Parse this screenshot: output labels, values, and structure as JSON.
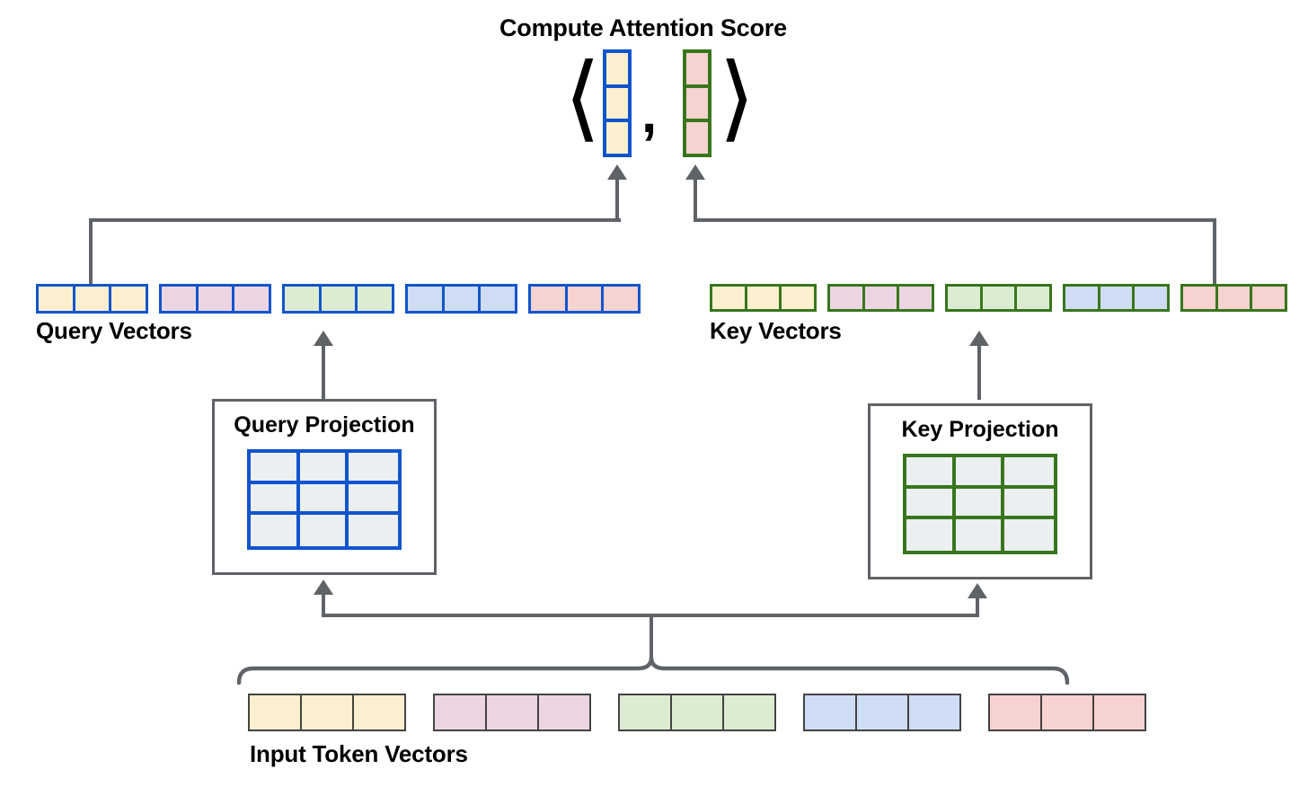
{
  "diagram": {
    "title": "Compute Attention Score",
    "palette": {
      "token_yellow": "#fbefd0",
      "token_pink": "#ecd5e3",
      "token_green": "#dcecd2",
      "token_blue": "#cfdcf5",
      "token_salmon": "#f6d2d0",
      "query_border": "#1155cc",
      "key_border": "#38761d",
      "neutral_border": "#434343",
      "connector": "#5f6368",
      "matrix_cell": "#eceff1",
      "box_border": "#5f6368",
      "background": "#ffffff"
    },
    "score": {
      "open_bracket": "⟨",
      "separator": ",",
      "close_bracket": "⟩",
      "query_vector": {
        "name": "selected-query-vector",
        "border_color": "#1155cc",
        "cells": [
          "#fbefd0",
          "#fbefd0",
          "#fbefd0"
        ]
      },
      "key_vector": {
        "name": "selected-key-vector",
        "border_color": "#38761d",
        "cells": [
          "#f6d2d0",
          "#f6d2d0",
          "#f6d2d0"
        ]
      }
    },
    "query_row": {
      "label": "Query Vectors",
      "border_color": "#1155cc",
      "vectors": [
        {
          "token_index": 1,
          "color": "#fbefd0",
          "cells": 3
        },
        {
          "token_index": 2,
          "color": "#ecd5e3",
          "cells": 3
        },
        {
          "token_index": 3,
          "color": "#dcecd2",
          "cells": 3
        },
        {
          "token_index": 4,
          "color": "#cfdcf5",
          "cells": 3
        },
        {
          "token_index": 5,
          "color": "#f6d2d0",
          "cells": 3
        }
      ],
      "selected_vector_index": 1
    },
    "key_row": {
      "label": "Key Vectors",
      "border_color": "#38761d",
      "vectors": [
        {
          "token_index": 1,
          "color": "#fbefd0",
          "cells": 3
        },
        {
          "token_index": 2,
          "color": "#ecd5e3",
          "cells": 3
        },
        {
          "token_index": 3,
          "color": "#dcecd2",
          "cells": 3
        },
        {
          "token_index": 4,
          "color": "#cfdcf5",
          "cells": 3
        },
        {
          "token_index": 5,
          "color": "#f6d2d0",
          "cells": 3
        }
      ],
      "selected_vector_index": 5
    },
    "query_projection": {
      "title": "Query Projection",
      "matrix_rows": 3,
      "matrix_cols": 3,
      "matrix_border_color": "#1155cc",
      "matrix_cell_color": "#eceff1"
    },
    "key_projection": {
      "title": "Key Projection",
      "matrix_rows": 3,
      "matrix_cols": 3,
      "matrix_border_color": "#38761d",
      "matrix_cell_color": "#eceff1"
    },
    "input_row": {
      "label": "Input Token Vectors",
      "border_color": "#434343",
      "vectors": [
        {
          "token_index": 1,
          "color": "#fbefd0",
          "cells": 3
        },
        {
          "token_index": 2,
          "color": "#ecd5e3",
          "cells": 3
        },
        {
          "token_index": 3,
          "color": "#dcecd2",
          "cells": 3
        },
        {
          "token_index": 4,
          "color": "#cfdcf5",
          "cells": 3
        },
        {
          "token_index": 5,
          "color": "#f6d2d0",
          "cells": 3
        }
      ]
    }
  }
}
